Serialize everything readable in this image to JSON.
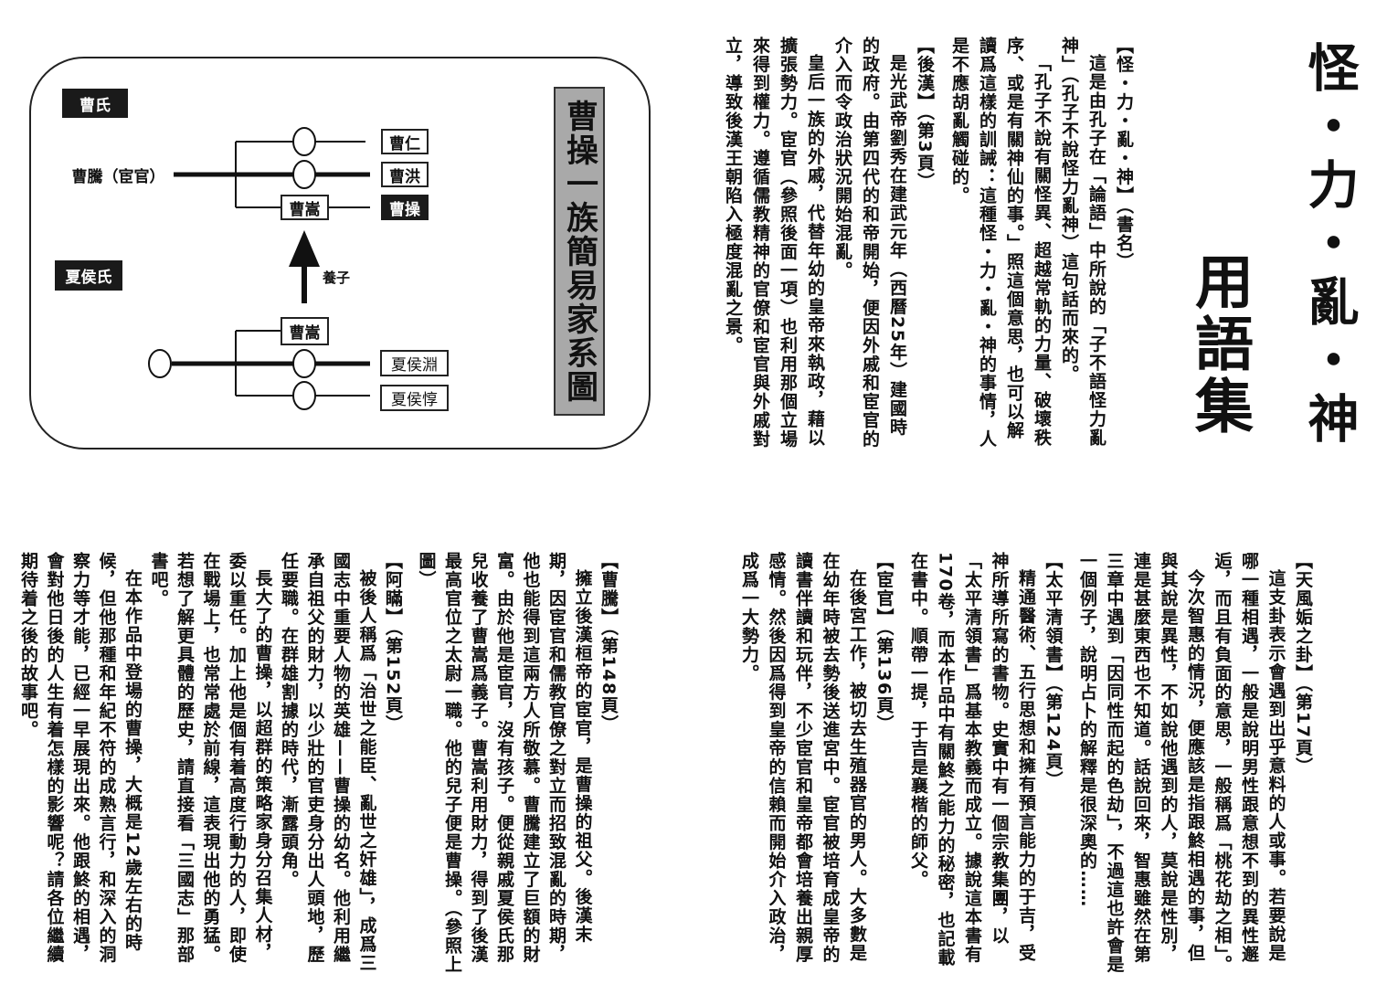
{
  "title": {
    "main": "怪・力・亂・神",
    "sub": "用語集"
  },
  "diagram": {
    "title": "曹操一族簡易家系圖",
    "clan_cao": "曹氏",
    "clan_xiahou": "夏侯氏",
    "cao_teng": "曹騰（宦官）",
    "cao_ren": "曹仁",
    "cao_hong": "曹洪",
    "cao_song_top": "曹嵩",
    "cao_cao": "曹操",
    "adoption": "養子",
    "cao_song_bottom": "曹嵩",
    "xiahou_yuan": "夏侯淵",
    "xiahou_dun": "夏侯惇"
  },
  "glossary_top_right": [
    {
      "heading": "【怪・力・亂・神】（書名）",
      "paragraphs": [
        "這是由孔子在「論語」中所說的「子不語怪力亂神」（孔子不說怪力亂神）這句話而來的。",
        "「孔子不說有關怪異、超越常軌的力量、破壞秩序、或是有關神仙的事。」照這個意思，也可以解讀爲這樣的訓誡：這種怪・力・亂・神的事情，人是不應胡亂觸碰的。"
      ]
    },
    {
      "heading": "【後漢】（第3頁）",
      "paragraphs": [
        "是光武帝劉秀在建武元年（西曆25年）建國時的政府。由第四代的和帝開始，便因外戚和宦官的介入而令政治狀況開始混亂。",
        "皇后一族的外戚，代替年幼的皇帝來執政，藉以擴張勢力。宦官（參照後面一項）也利用那個立場來得到權力。遵循儒教精神的官僚和宦官與外戚對立，導致後漢王朝陷入極度混亂之景。"
      ]
    }
  ],
  "glossary_bottom_right": [
    {
      "heading": "【天風姤之卦】（第17頁）",
      "paragraphs": [
        "這支卦表示會遇到出乎意料的人或事。若要說是哪一種相遇，一般是說明男性跟意想不到的異性邂逅，而且有負面的意思，一般稱爲「桃花劫之相」。",
        "今次智惠的情況，便應該是指跟鮗相遇的事，但與其說是異性，不如說他遇到的人，莫說是性別，連是甚麼東西也不知道。話說回來，智惠雖然在第三章中遇到「因同性而起的色劫」，不過這也許會是一個例子，說明占卜的解釋是很深奧的……"
      ]
    },
    {
      "heading": "【太平清領書】（第124頁）",
      "paragraphs": [
        "精通醫術、五行思想和擁有預言能力的于吉，受神所導所寫的書物。史實中有一個宗教集團，以「太平清領書」爲基本教義而成立。據說這本書有170卷，而本作品中有關鮗之能力的秘密，也記載在書中。順帶一提，于吉是襄楷的師父。"
      ]
    },
    {
      "heading": "【宦官】（第136頁）",
      "paragraphs": [
        "在後宮工作，被切去生殖器官的男人。大多數是在幼年時被去勢後送進宮中。宦官被培育成皇帝的讀書伴讀和玩伴，不少宦官和皇帝都會培養出親厚感情。然後因爲得到皇帝的信賴而開始介入政治，成爲一大勢力。"
      ]
    }
  ],
  "glossary_bottom_left": [
    {
      "heading": "【曹騰】（第148頁）",
      "paragraphs": [
        "擁立後漢桓帝的宦官，是曹操的祖父。後漢末期，因宦官和儒教官僚之對立而招致混亂的時期，他也能得到這兩方人所敬慕。曹騰建立了巨額的財富。由於他是宦官，沒有孩子。便從親戚夏侯氏那兒收養了曹嵩爲義子。曹嵩利用財力，得到了後漢最高官位之太尉一職。他的兒子便是曹操。（參照上圖）"
      ]
    },
    {
      "heading": "【阿瞞】（第152頁）",
      "paragraphs": [
        "被後人稱爲「治世之能臣、亂世之奸雄」，成爲三國志中重要人物的英雄——曹操的幼名。他利用繼承自祖父的財力，以少壯的官吏身分出人頭地，歷任要職。在群雄割據的時代，漸露頭角。",
        "長大了的曹操，以超群的策略家身分召集人材，委以重任。加上他是個有着高度行動力的人，即使在戰場上，也常常處於前線，這表現出他的勇猛。若想了解更具體的歷史，請直接看「三國志」那部書吧。",
        "在本作品中登場的曹操，大概是12歲左右的時候，但他那種和年紀不符的成熟言行，和深入的洞察力等才能，已經一早展現出來。他跟鮗的相遇，會對他日後的人生有着怎樣的影響呢？請各位繼續期待着之後的故事吧。"
      ]
    }
  ]
}
